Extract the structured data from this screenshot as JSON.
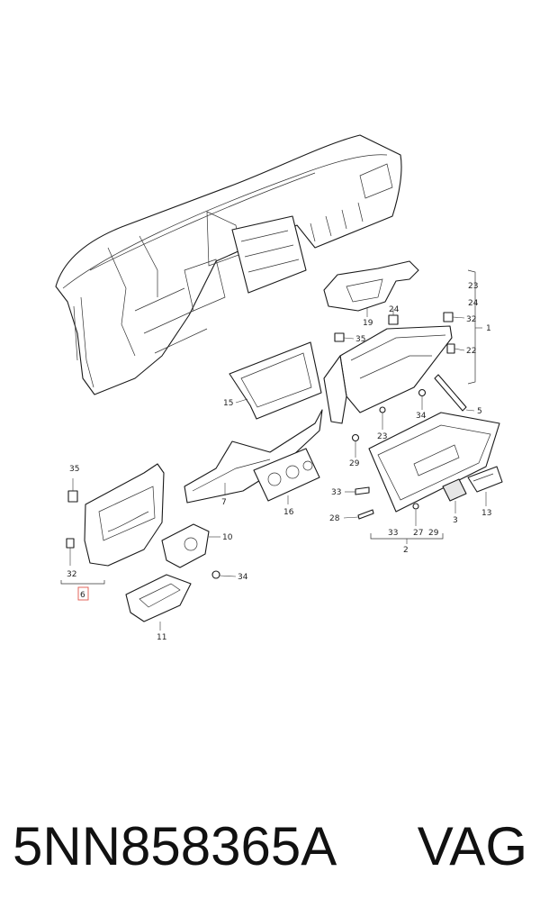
{
  "caption": {
    "part_number": "5NN858365A",
    "brand": "VAG"
  },
  "callouts": {
    "c1": "1",
    "c2": "2",
    "c3": "3",
    "c5": "5",
    "c6": "6",
    "c7": "7",
    "c10": "10",
    "c11": "11",
    "c13": "13",
    "c15": "15",
    "c16": "16",
    "c19": "19",
    "c22": "22",
    "c23a": "23",
    "c23b": "23",
    "c24a": "24",
    "c24b": "24",
    "c27": "27",
    "c28": "28",
    "c29a": "29",
    "c29b": "29",
    "c32a": "32",
    "c32b": "32",
    "c33a": "33",
    "c33b": "33",
    "c34a": "34",
    "c34b": "34",
    "c35a": "35",
    "c35b": "35"
  },
  "colors": {
    "line": "#1a1a1a",
    "highlight": "#e0564a",
    "caption": "#111111"
  }
}
